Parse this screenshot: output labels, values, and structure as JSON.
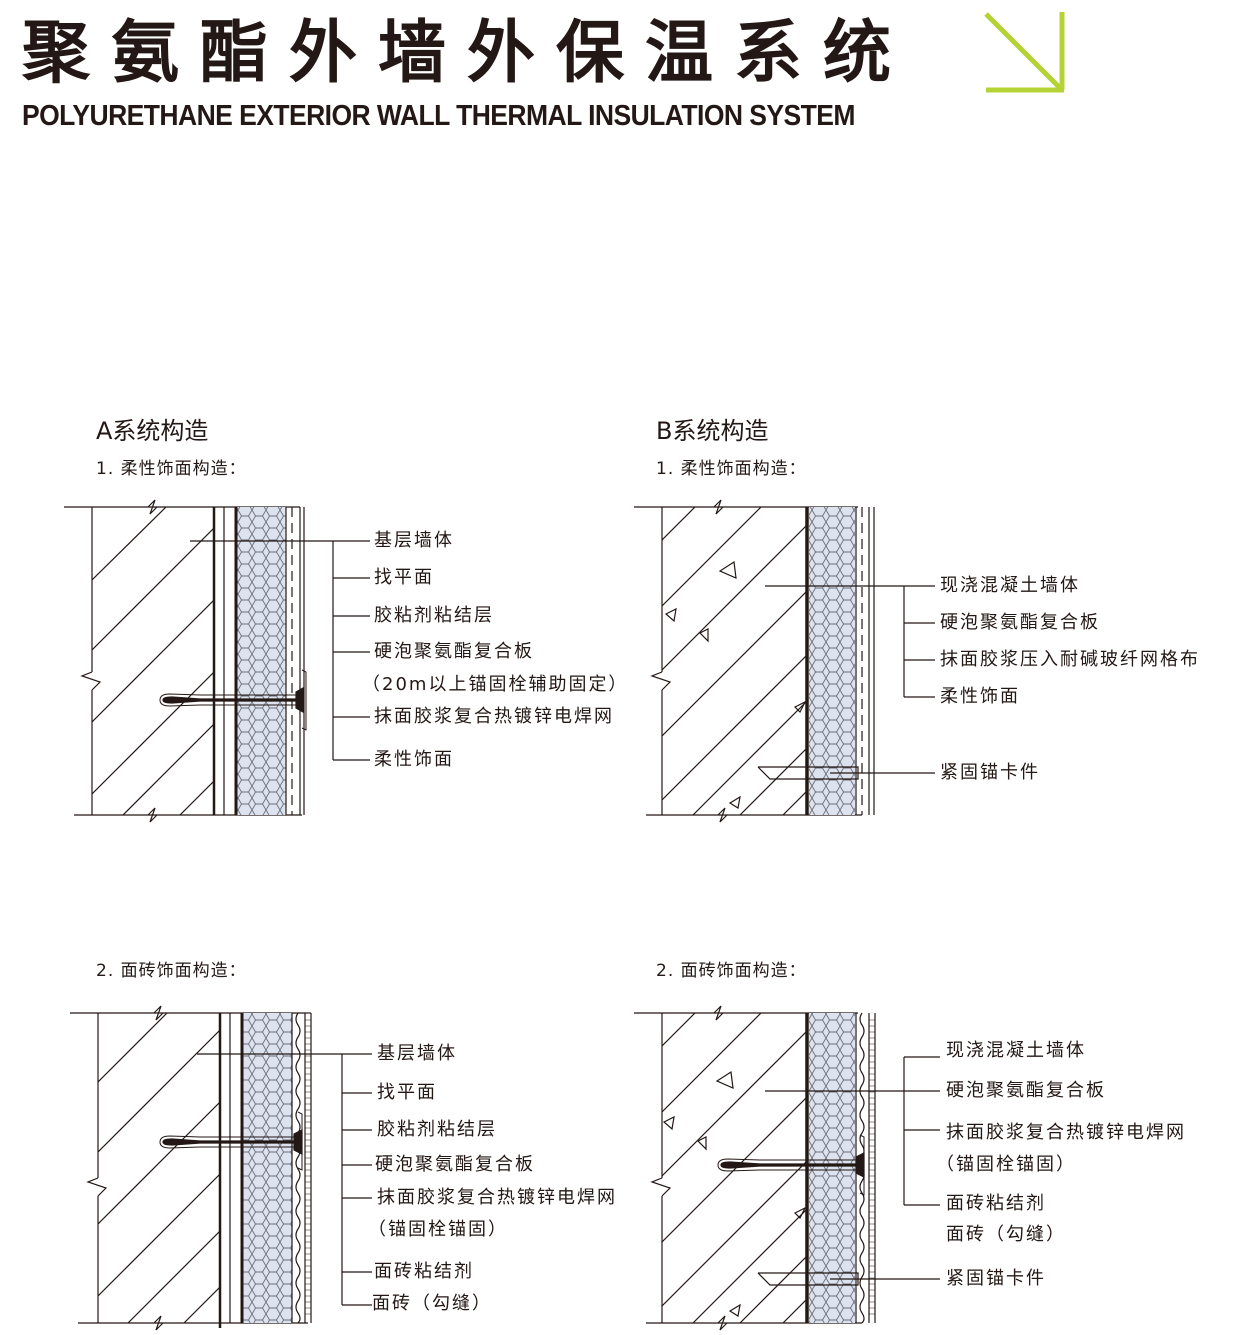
{
  "header": {
    "title_cn": "聚氨酯外墙外保温系统",
    "title_en": "POLYURETHANE EXTERIOR WALL THERMAL INSULATION SYSTEM",
    "accent_color": "#b5d334",
    "arrow_icon": "arrow-down-right"
  },
  "colors": {
    "line": "#231815",
    "foam_fill": "#dde2ef",
    "background": "#ffffff"
  },
  "system_a": {
    "title": "A系统构造",
    "flexible": {
      "subtitle": "1. 柔性饰面构造：",
      "labels": [
        "基层墙体",
        "找平面",
        "胶粘剂粘结层",
        "硬泡聚氨酯复合板",
        "（20m以上锚固栓辅助固定）",
        "抹面胶浆复合热镀锌电焊网",
        "柔性饰面"
      ]
    },
    "tile": {
      "subtitle": "2. 面砖饰面构造：",
      "labels": [
        "基层墙体",
        "找平面",
        "胶粘剂粘结层",
        "硬泡聚氨酯复合板",
        "抹面胶浆复合热镀锌电焊网",
        "（锚固栓锚固）",
        "面砖粘结剂",
        "面砖（勾缝）"
      ]
    }
  },
  "system_b": {
    "title": "B系统构造",
    "flexible": {
      "subtitle": "1. 柔性饰面构造：",
      "labels": [
        "现浇混凝土墙体",
        "硬泡聚氨酯复合板",
        "抹面胶浆压入耐碱玻纤网格布",
        "柔性饰面",
        "紧固锚卡件"
      ]
    },
    "tile": {
      "subtitle": "2. 面砖饰面构造：",
      "labels": [
        "现浇混凝土墙体",
        "硬泡聚氨酯复合板",
        "抹面胶浆复合热镀锌电焊网",
        "（锚固栓锚固）",
        "面砖粘结剂",
        "面砖（勾缝）",
        "紧固锚卡件"
      ]
    }
  }
}
